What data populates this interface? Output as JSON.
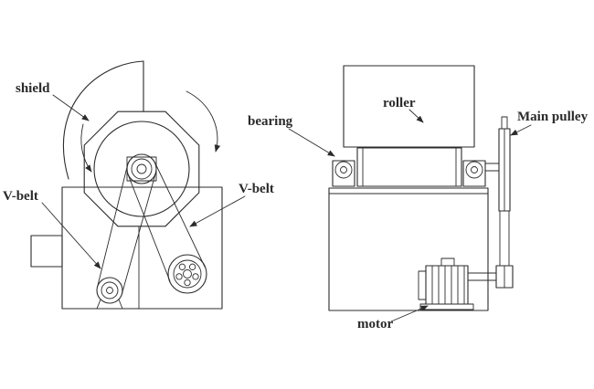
{
  "diagram": {
    "labels": {
      "shield": "shield",
      "v_belt_left": "V-belt",
      "v_belt_right": "V-belt",
      "bearing": "bearing",
      "roller": "roller",
      "main_pulley": "Main pulley",
      "motor": "motor"
    },
    "colors": {
      "line": "#2b2b2b",
      "background": "#ffffff"
    }
  }
}
